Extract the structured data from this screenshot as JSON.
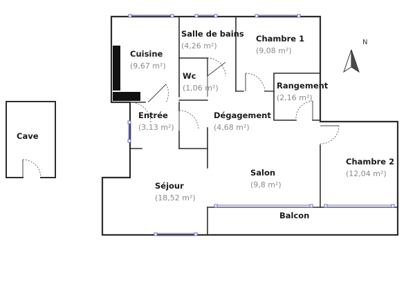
{
  "colors": {
    "wall": "#2b2b2b",
    "window": "#6b6bbd",
    "room_label": "#1a1a1a",
    "area_label": "#8a8a8a",
    "appliance": "#111111"
  },
  "compass": {
    "label": "N",
    "icon": "north-arrow-icon"
  },
  "rooms": {
    "cuisine": {
      "name": "Cuisine",
      "area": "(9,67 m²)"
    },
    "salle_bain": {
      "name": "Salle de bains",
      "area": "(4,26 m²)"
    },
    "chambre1": {
      "name": "Chambre 1",
      "area": "(9,08 m²)"
    },
    "wc": {
      "name": "Wc",
      "area": "(1,06 m²)"
    },
    "rangement": {
      "name": "Rangement",
      "area": "(2,16 m²)"
    },
    "entree": {
      "name": "Entrée",
      "area": "(3,13 m²)"
    },
    "degagement": {
      "name": "Dégagement",
      "area": "(4,68 m²)"
    },
    "cave": {
      "name": "Cave",
      "area": ""
    },
    "chambre2": {
      "name": "Chambre 2",
      "area": "(12,04 m²)"
    },
    "salon": {
      "name": "Salon",
      "area": "(9,8 m²)"
    },
    "sejour": {
      "name": "Séjour",
      "area": "(18,52 m²)"
    },
    "balcon": {
      "name": "Balcon",
      "area": ""
    }
  }
}
